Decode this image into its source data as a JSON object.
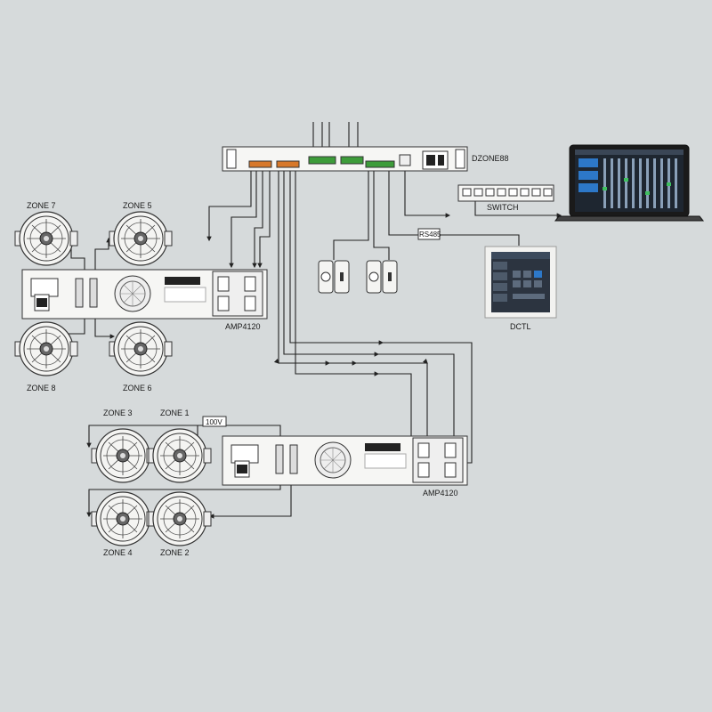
{
  "labels": {
    "dzone": "DZONE88",
    "switch": "SWITCH",
    "rs485": "RS485",
    "dctl": "DCTL",
    "amp_top": "AMP4120",
    "amp_bottom": "AMP4120",
    "voltage": "100V",
    "zone7": "ZONE 7",
    "zone5": "ZONE 5",
    "zone8": "ZONE 8",
    "zone6": "ZONE 6",
    "zone3": "ZONE 3",
    "zone1": "ZONE 1",
    "zone4": "ZONE 4",
    "zone2": "ZONE 2"
  },
  "colors": {
    "background": "#d6dadb",
    "orange_connector": "#d7782a",
    "green_connector": "#3d9c3a",
    "screen_blue": "#2d78c8"
  }
}
